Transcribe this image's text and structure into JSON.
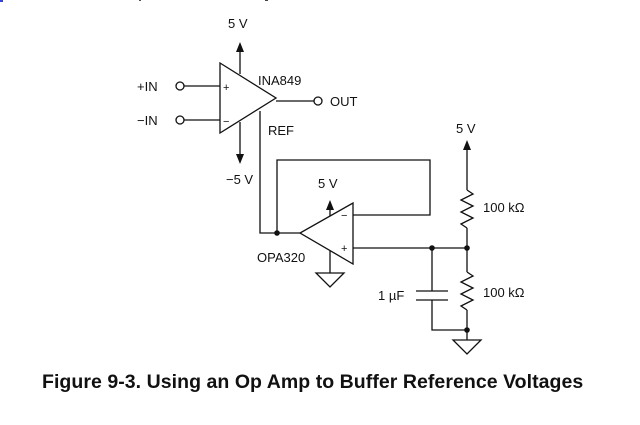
{
  "figure": {
    "caption": "Figure 9-3. Using an Op Amp to Buffer Reference Voltages"
  },
  "ina": {
    "name": "INA849",
    "supply_pos": "5 V",
    "supply_neg": "−5 V",
    "pin_plus": "+",
    "pin_minus": "−",
    "in_plus_label": "+IN",
    "in_minus_label": "−IN",
    "out_label": "OUT",
    "ref_label": "REF"
  },
  "buffer": {
    "name": "OPA320",
    "supply_pos": "5 V",
    "pin_plus": "+",
    "pin_minus": "−"
  },
  "divider": {
    "supply": "5 V",
    "r_top": "100 kΩ",
    "r_bottom": "100 kΩ",
    "cap": "1 µF"
  },
  "colors": {
    "wire": "#111111",
    "background": "#ffffff"
  }
}
